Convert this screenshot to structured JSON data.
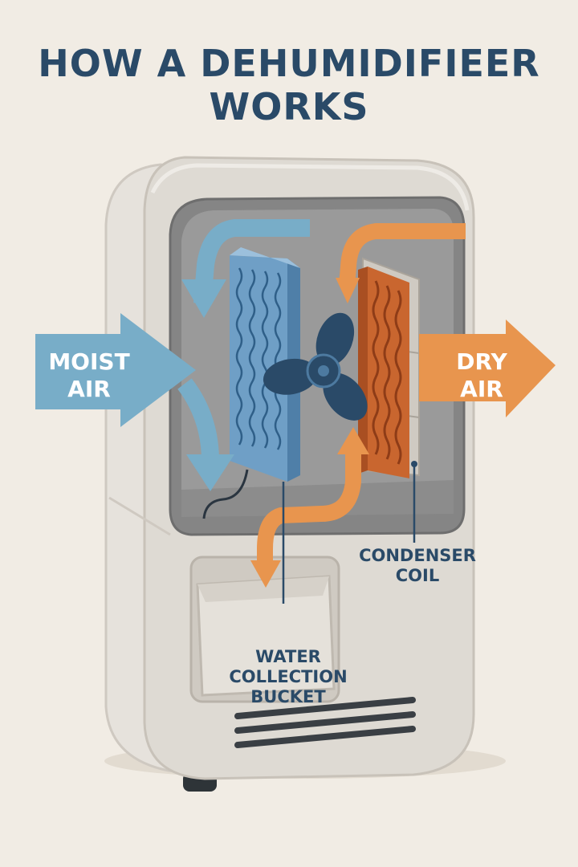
{
  "title": {
    "line1": "HOW A DEHUMIDIFIEER",
    "line2": "WORKS"
  },
  "labels": {
    "moist_air": {
      "line1": "MOIST",
      "line2": "AIR"
    },
    "dry_air": {
      "line1": "DRY",
      "line2": "AIR"
    },
    "condenser_coil": {
      "line1": "CONDENSER",
      "line2": "COIL"
    },
    "water_bucket": {
      "line1": "WATER",
      "line2": "COLLECTION",
      "line3": "BUCKET"
    }
  },
  "colors": {
    "background": "#f1ece4",
    "title": "#2a4a68",
    "moist_air": "#78adc8",
    "dry_air": "#e8954e",
    "evaporator_coil": "#6f9fc6",
    "condenser_coil": "#c9662f",
    "fan": "#2a4a68",
    "housing": "#dedad3"
  },
  "icons": [
    "fan-icon"
  ]
}
